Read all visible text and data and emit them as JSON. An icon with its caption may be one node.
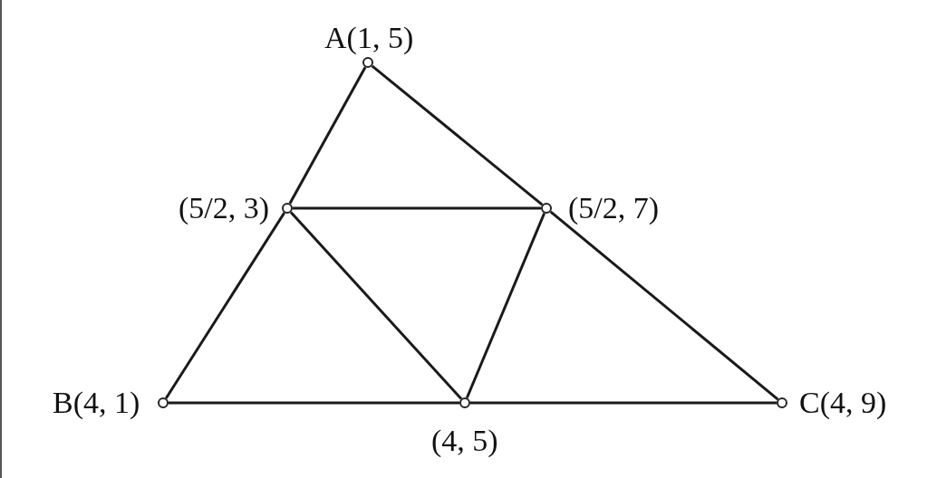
{
  "diagram": {
    "nodes": [
      {
        "text": [],
        "shape": "circle",
        "beside": [
          "A(1, 5)"
        ]
      },
      {
        "text": [],
        "shape": "circle",
        "beside": [
          "(5/2, 3)"
        ]
      },
      {
        "text": [],
        "shape": "circle",
        "beside": [
          "(5/2, 7)"
        ]
      },
      {
        "text": [],
        "shape": "circle",
        "beside": [
          "B(4, 1)"
        ]
      },
      {
        "text": [],
        "shape": "circle",
        "beside": [
          "(4, 5)"
        ]
      },
      {
        "text": [],
        "shape": "circle",
        "beside": [
          "C(4, 9)"
        ]
      }
    ],
    "edges": [
      {
        "from": 0,
        "to": 1,
        "arrow": "none"
      },
      {
        "from": 1,
        "to": 3,
        "arrow": "none"
      },
      {
        "from": 0,
        "to": 2,
        "arrow": "none"
      },
      {
        "from": 2,
        "to": 5,
        "arrow": "none"
      },
      {
        "from": 3,
        "to": 4,
        "arrow": "none"
      },
      {
        "from": 4,
        "to": 5,
        "arrow": "none"
      },
      {
        "from": 1,
        "to": 2,
        "arrow": "none"
      },
      {
        "from": 1,
        "to": 4,
        "arrow": "none"
      },
      {
        "from": 2,
        "to": 4,
        "arrow": "none"
      }
    ]
  }
}
